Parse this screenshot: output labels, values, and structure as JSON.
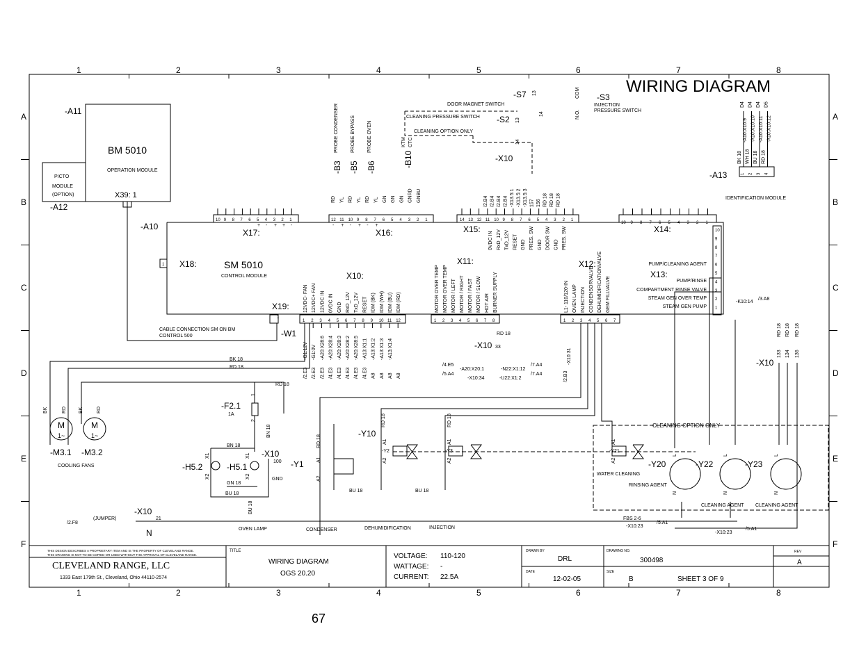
{
  "title": "WIRING DIAGRAM",
  "grid": {
    "cols": [
      "1",
      "2",
      "3",
      "4",
      "5",
      "6",
      "7",
      "8"
    ],
    "rows": [
      "A",
      "B",
      "C",
      "D",
      "E",
      "F"
    ]
  },
  "modules": {
    "a11": {
      "ref": "-A11",
      "name": "BM 5010",
      "desc": "OPERATION MODULE",
      "conn": "X39: 1"
    },
    "a12": {
      "ref": "-A12",
      "line1": "PICTO",
      "line2": "MODULE",
      "line3": "(OPTION)"
    },
    "a10": {
      "ref": "-A10",
      "name": "SM 5010",
      "desc": "CONTROL MODULE"
    },
    "a13": {
      "ref": "-A13",
      "desc": "IDENTIFICATION MODULE"
    }
  },
  "connectors": {
    "x17": "X17:",
    "x16": "X16:",
    "x15": "X15:",
    "x14": "X14:",
    "x18": "X18:",
    "x19": "X19:",
    "x10": "X10:",
    "x11": "X11:",
    "x12": "X12:",
    "x13": "X13:"
  },
  "probes": {
    "b3": "-B3",
    "b5": "-B5",
    "b6": "-B6",
    "b10": "-B10",
    "b3_label": "PROBE CONDENSER",
    "b5_label": "PROBE BYPASS",
    "b6_label": "PROBE OVEN",
    "ktm": "KTM",
    "ctc": "CTC"
  },
  "switches": {
    "s7": "-S7",
    "s3": "-S3",
    "s2": "-S2",
    "door_magnet": "DOOR MAGNET SWITCH",
    "cleaning_pressure": "CLEANING PRESSURE SWITCH",
    "cleaning_option": "CLEANING OPTION ONLY",
    "injection": "INJECTION",
    "pressure_switch": "PRESSURE SWITCH",
    "com": "COM",
    "no": "N.O."
  },
  "x10_signals": [
    "12VDC- FAN",
    "12VDC+ FAN",
    "12VDC IN",
    "0VDC IN",
    "GND",
    "RxD_12V",
    "TxD_12V",
    "RESET",
    "IDM (BK)",
    "IDM (WH)",
    "IDM (BU)",
    "IDM (RD)"
  ],
  "x10_pins": [
    "1",
    "2",
    "3",
    "4",
    "5",
    "6",
    "7",
    "8",
    "9",
    "10",
    "11",
    "12"
  ],
  "x10_refs": [
    "/2.E3",
    "/2.E3",
    "/2.E3",
    "/4.E3",
    "/4.E3",
    "/4.E3",
    "/4.E3",
    "/4.E3",
    "A8",
    "A8",
    "A8",
    "A8"
  ],
  "x10_refs2": [
    "-G1:12V",
    "-G1:0V",
    "-A20:X28:6",
    "-A20:X28:4",
    "-A20:X28:3",
    "-A20:X28:2",
    "-A20:X28:5",
    "-A13:X1:1",
    "-A13:X1:2",
    "-A13:X1:3",
    "-A13:X1:4",
    ""
  ],
  "x11_signals": [
    "MOTOR OVER TEMP",
    "MOTOR OVER TEMP",
    "MOTOR / LEFT",
    "MOTOR / RIGHT",
    "MOTOR / FAST",
    "MOTOR / SLOW",
    "HOT AIR",
    "BURNER SUPPLY"
  ],
  "x11_pins": [
    "1",
    "2",
    "3",
    "4",
    "5",
    "6",
    "7",
    "8"
  ],
  "x12_signals": [
    "L1- 110/120-IN",
    "OVEN LAMP",
    "INJECTION",
    "CONDENSORVALVE",
    "DEHUMIDIFICATIONVALVE",
    "GEM FILLVALVE"
  ],
  "x12_pins": [
    "1",
    "2",
    "3",
    "4",
    "5",
    "6",
    "7"
  ],
  "x15_signals": [
    "0VDC IN",
    "RxD_12V",
    "TxD_12V",
    "RESET",
    "GND",
    "PRES. SW",
    "GND",
    "DOOR SW",
    "GND",
    "PRES. SW"
  ],
  "x15_pins": [
    "14",
    "13",
    "12",
    "11",
    "10",
    "9",
    "8",
    "7",
    "6",
    "5",
    "4",
    "3",
    "2",
    "1"
  ],
  "x13_signals": [
    "PUMP/CLEANING AGENT",
    "PUMP/RINSE",
    "COMPARTMENT RINSE VALVE",
    "STEAM GEN OVER TEMP",
    "STEAM GEN PUMP"
  ],
  "x13_pins": [
    "10",
    "9",
    "8",
    "7",
    "6",
    "5",
    "4",
    "3",
    "2",
    "1"
  ],
  "x16_pins": [
    "12",
    "11",
    "10",
    "9",
    "8",
    "7",
    "6",
    "5",
    "4",
    "3",
    "2",
    "1"
  ],
  "x16_colors": [
    "RD",
    "YL",
    "RD",
    "YL",
    "RD",
    "YL",
    "GN",
    "GN",
    "GN",
    "GNRD",
    "GNBU"
  ],
  "x17_pins": [
    "10",
    "9",
    "8",
    "7",
    "6",
    "5",
    "4",
    "3",
    "2",
    "1"
  ],
  "x14_pins": [
    "10",
    "9",
    "8",
    "7",
    "6",
    "5",
    "4",
    "3",
    "2",
    "1"
  ],
  "a13_pins": [
    "1",
    "2",
    "3",
    "4"
  ],
  "a13_wires": [
    "BK 18",
    "WH 18",
    "BU 18",
    "RD 18"
  ],
  "a13_targets": [
    "-A10:X10:9",
    "-A10:X10:10",
    "-A10:X10:11",
    "-A10:X10:12"
  ],
  "a13_cols": [
    "D4",
    "D4",
    "D4",
    "D5"
  ],
  "x15_wire_refs": [
    "/2.B4",
    "/2.B4",
    "/2.B4",
    "/2.B4",
    "-X13.5:1",
    "-X13.5:2",
    "-X13.5:3",
    "157",
    "156",
    "RD 18",
    "RD 18",
    "RD 18"
  ],
  "components": {
    "m31": "-M3.1",
    "m32": "-M3.2",
    "motor": "M",
    "ac": "1~",
    "cooling_fans": "COOLING FANS",
    "f21": "-F2.1",
    "f21_rating": "1A",
    "h52": "-H5.2",
    "h51": "-H5.1",
    "y1": "-Y1",
    "y10": "-Y10",
    "y2": "-Y2",
    "y3": "-Y3",
    "y20": "-Y20",
    "y21": "-Y21",
    "y22": "-Y22",
    "y23": "-Y23",
    "w1": "-W1",
    "x10": "-X10",
    "n": "N",
    "gnd": "GND",
    "jumper": "(JUMPER)",
    "cable": "CABLE CONNECTION SM ON BM",
    "control500": "CONTROL 500",
    "oven_lamp": "OVEN LAMP",
    "condenser": "CONDENSER",
    "dehumid": "DEHUMIDIFICATION",
    "injection": "INJECTION",
    "cleaning_only": "CLEANING  OPTION ONLY",
    "water_cleaning": "WATER CLEANING",
    "rinsing_agent": "RINSING AGENT",
    "cleaning_agent": "CLEANING AGENT",
    "fbs": "FBS 2-6",
    "bk": "BK",
    "rd": "RD"
  },
  "wires": {
    "bk18": "BK 18",
    "rd18": "RD 18",
    "bn18": "BN 18",
    "gn18": "GN 18",
    "bu18": "BU 18",
    "ref_2f8": "/2.F8",
    "ref_5a1": "/5.A1",
    "ref_x10_23": "-X10:23",
    "ref_k10_14": "-K10:14",
    "ref_3a8": "/3.A8",
    "ref_4e5": "/4.E5",
    "ref_5a4": "/5.A4",
    "ref_a20x20": "-A20:X20:1",
    "ref_x10_34": "-X10:34",
    "ref_n22": "-N22:X1:12",
    "ref_u22": "-U22:X1:2",
    "ref_7a4": "/7.A4",
    "ref_2b3": "/2.B3",
    "ref_x10_31": "-X10:31",
    "n33": "33",
    "n21": "21",
    "n100": "100",
    "n133": "133",
    "n134": "134",
    "n136": "136",
    "n13": "13",
    "n14": "14",
    "n1": "1",
    "n2": "2",
    "n4": "4",
    "x1": "X1",
    "x2": "X2",
    "a1": "A1",
    "a2": "A2",
    "l": "L",
    "plus": "+",
    "minus": "-"
  },
  "title_block": {
    "notice1": "THIS DESIGN DESCRIBES A PROPRIETARY ITEM AND IS THE PROPERTY OF CLEVELAND RANGE.",
    "notice2": "THIS DRAWING IS NOT TO BE COPIED OR USED WITHOUT THE APPROVAL OF CLEVELAND RANGE.",
    "company": "CLEVELAND RANGE, LLC",
    "address": "1333 East 179th St., Cleveland, Ohio 44110-2574",
    "title_label": "TITLE",
    "title1": "WIRING DIAGRAM",
    "title2": "OGS 20.20",
    "voltage_label": "VOLTAGE:",
    "voltage": "110-120",
    "wattage_label": "WATTAGE:",
    "wattage": "-",
    "current_label": "CURRENT:",
    "current": "22.5A",
    "drawn_label": "DRAWN BY",
    "drawn": "DRL",
    "date_label": "DATE",
    "date": "12-02-05",
    "drawing_label": "DRAWING NO.",
    "drawing_no": "300498",
    "size_label": "SIZE",
    "size": "B",
    "sheet": "SHEET  3    OF   9",
    "rev_label": "REV",
    "rev": "A"
  },
  "page_number": "67"
}
